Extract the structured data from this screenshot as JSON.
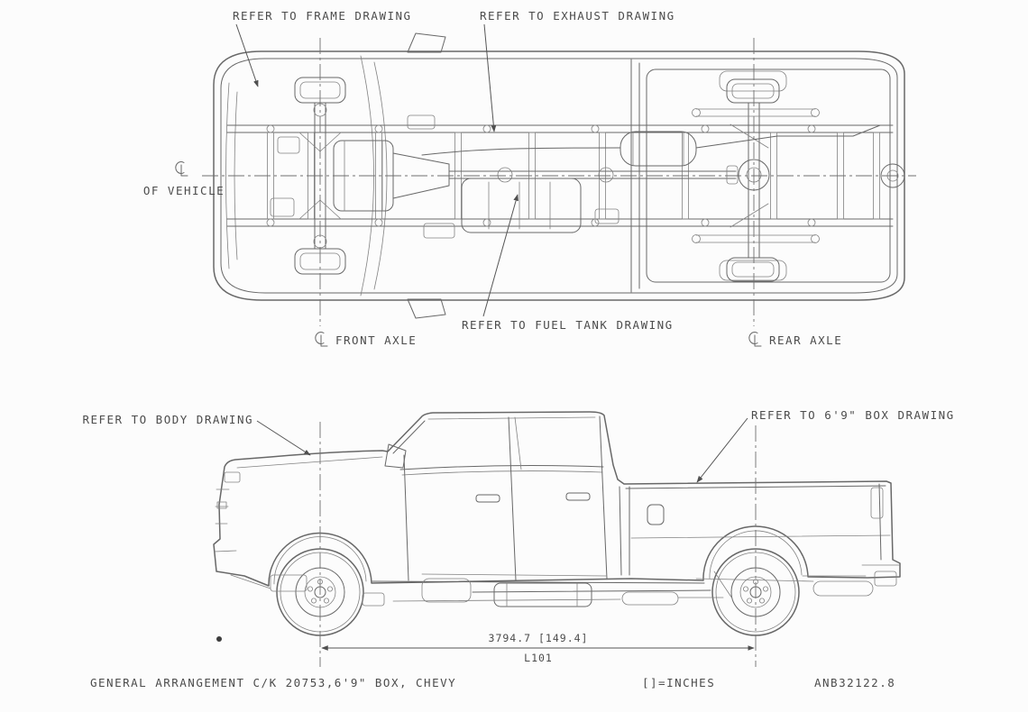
{
  "page": {
    "background_color": "#fcfcfc",
    "line_color": "#686868",
    "text_color": "#4c4c4c"
  },
  "plan_view": {
    "callouts": {
      "frame": "REFER TO FRAME DRAWING",
      "exhaust": "REFER TO EXHAUST DRAWING",
      "fuel_tank": "REFER TO FUEL TANK DRAWING"
    },
    "centerline_labels": {
      "of_vehicle": "OF VEHICLE",
      "front_axle": "FRONT AXLE",
      "rear_axle": "REAR AXLE"
    },
    "centerline_symbol": "℄"
  },
  "side_view": {
    "callouts": {
      "body": "REFER TO BODY DRAWING",
      "box": "REFER TO 6'9\" BOX DRAWING"
    },
    "dimension": {
      "display": "3794.7 [149.4]",
      "code": "L101"
    }
  },
  "footer": {
    "title": "GENERAL ARRANGEMENT C/K 20753,6'9\" BOX, CHEVY",
    "units_note": "[]=INCHES",
    "drawing_number": "ANB32122.8"
  }
}
